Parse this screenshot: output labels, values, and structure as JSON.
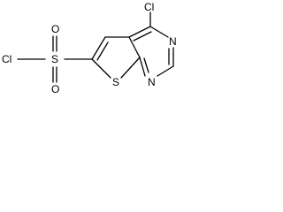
{
  "atoms": {
    "chlorine_top": "Cl",
    "chlorine_left": "Cl",
    "sulfonyl_sulfur": "S",
    "sulfonyl_oxygen_top": "O",
    "sulfonyl_oxygen_bottom": "O",
    "thiophene_sulfur": "S",
    "nitrogen_right": "N",
    "nitrogen_bottom": "N"
  }
}
